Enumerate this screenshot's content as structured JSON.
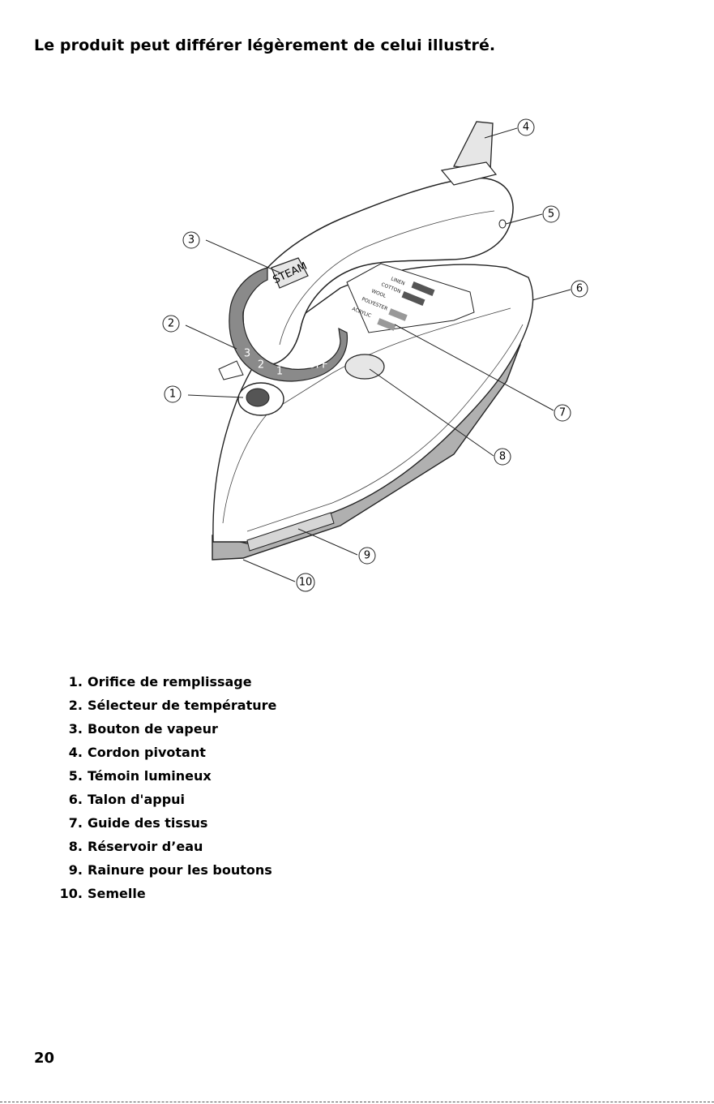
{
  "heading": "Le produit peut différer légèrement de celui illustré.",
  "figure": {
    "callouts": [
      "1",
      "2",
      "3",
      "4",
      "5",
      "6",
      "7",
      "8",
      "9",
      "10"
    ],
    "dial_marks": [
      "OFF",
      "1",
      "2",
      "3"
    ],
    "steam_button_text": "STEAM",
    "fabric_guide_rows": [
      "LINEN",
      "COTTON",
      "WOOL",
      "POLYESTER",
      "ACRYLIC"
    ]
  },
  "parts": [
    {
      "num": "1.",
      "label": "Orifice de remplissage"
    },
    {
      "num": "2.",
      "label": "Sélecteur de température"
    },
    {
      "num": "3.",
      "label": "Bouton de vapeur"
    },
    {
      "num": "4.",
      "label": "Cordon pivotant"
    },
    {
      "num": "5.",
      "label": "Témoin lumineux"
    },
    {
      "num": "6.",
      "label": "Talon d'appui"
    },
    {
      "num": "7.",
      "label": "Guide des tissus"
    },
    {
      "num": "8.",
      "label": "Réservoir d’eau"
    },
    {
      "num": "9.",
      "label": "Rainure pour les boutons"
    },
    {
      "num": "10.",
      "label": "Semelle"
    }
  ],
  "page_number": "20",
  "colors": {
    "ink": "#000000",
    "line": "#222222",
    "shade_dark": "#8a8a8a",
    "shade_light": "#c8c8c8",
    "soleplate": "#b0b0b0"
  }
}
